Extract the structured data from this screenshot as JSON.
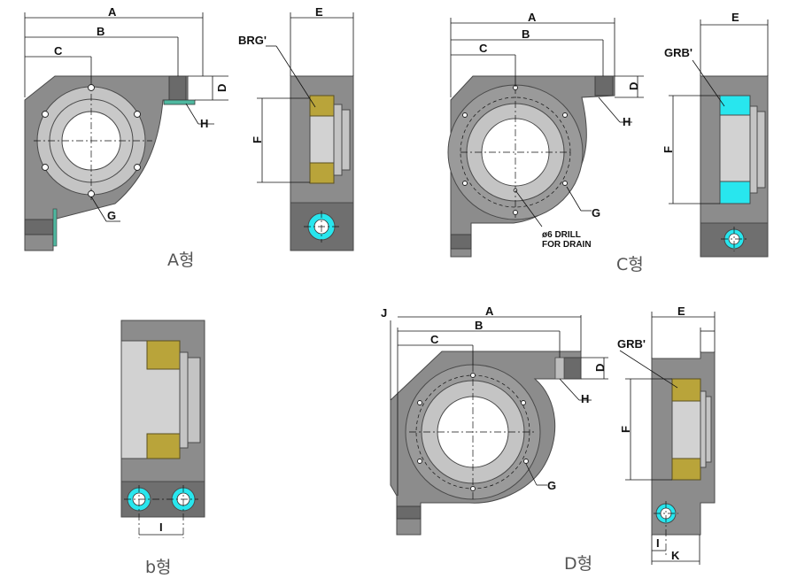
{
  "dimension_labels": {
    "A": "A",
    "B": "B",
    "C": "C",
    "D": "D",
    "E": "E",
    "F": "F",
    "G": "G",
    "H": "H",
    "I": "I",
    "J": "J",
    "K": "K"
  },
  "part_labels": {
    "brg": "BRG'",
    "grb_c": "GRB'",
    "grb_d": "GRB'"
  },
  "drain_note": {
    "line1": "ø6 DRILL",
    "line2": "FOR DRAIN"
  },
  "captions": {
    "type_a": "A형",
    "type_b": "b형",
    "type_c": "C형",
    "type_d": "D형"
  },
  "colors": {
    "housing": "#8c8c8c",
    "bearing_bronze": "#b9a43a",
    "bore_cyan": "#28e6ee",
    "hole_white": "#ffffff"
  }
}
